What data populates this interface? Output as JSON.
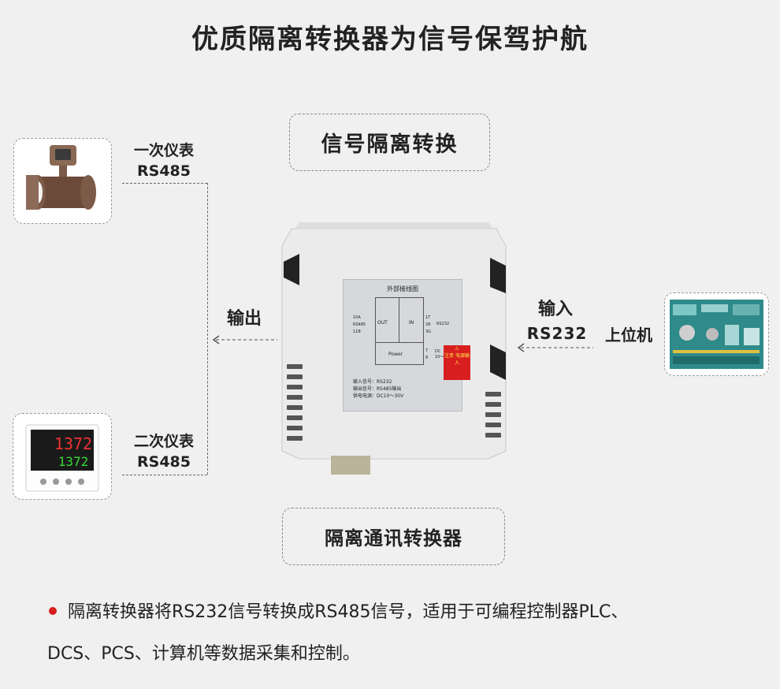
{
  "title": "优质隔离转换器为信号保驾护航",
  "top_label": "信号隔离转换",
  "bottom_label": "隔离通讯转换器",
  "primary_instrument": {
    "line1": "一次仪表",
    "line2": "RS485",
    "icon": "flow-meter-icon"
  },
  "secondary_instrument": {
    "line1": "二次仪表",
    "line2": "RS485",
    "icon": "controller-display-icon",
    "display_top": "1372",
    "display_bottom": "1372"
  },
  "output_label": "输出",
  "input_label": "输入",
  "input_protocol": "RS232",
  "host_label": "上位机",
  "device": {
    "panel_title": "外部接线图",
    "terminals_left": [
      "10A",
      "RS485",
      "11B"
    ],
    "out_label": "OUT",
    "in_label": "IN",
    "terminals_right": [
      "1T",
      "2R",
      "3G"
    ],
    "rs232_label": "RS232",
    "power_label": "Power",
    "dc_terminals": [
      "7",
      "8"
    ],
    "dc_label": "DC",
    "dc_range": "10～30V",
    "spec_lines": [
      "输入信号：RS232",
      "输出信号：RS485输出",
      "供电电源：DC10～30V"
    ],
    "warning_text": "注意 电源输入"
  },
  "description_line1": "隔离转换器将RS232信号转换成RS485信号，适用于可编程控制器PLC、",
  "description_line2": "DCS、PCS、计算机等数据采集和控制。",
  "colors": {
    "accent_red": "#d81e1e",
    "background": "#f0f0f0",
    "device_body": "#ececec"
  }
}
